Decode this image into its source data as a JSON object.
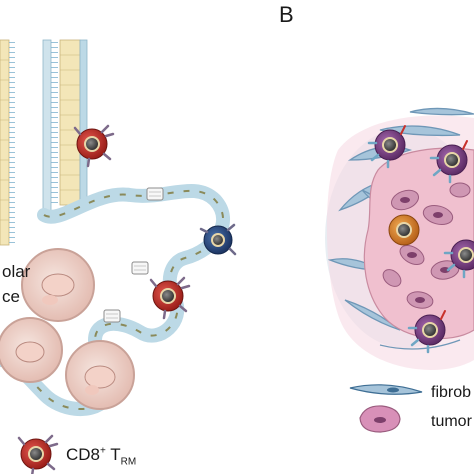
{
  "panel_b": {
    "letter": "B"
  },
  "alveolar_label": {
    "line1": "olar",
    "line2": "ce"
  },
  "legend_b": {
    "fibroblast": "fibrob",
    "tumor": "tumor"
  },
  "legend_a": {
    "cd8_base": "CD8",
    "cd8_sup": "+",
    "t_letter": " T",
    "t_sub": "RM"
  },
  "colors": {
    "epithelium": "#f3e6b8",
    "basement": "#bcd9e6",
    "alveolus": "#eed9d2",
    "trm_cell": "#c8312b",
    "blue_cell": "#2b4f86",
    "purple_cell": "#8a4a8f",
    "orange_cell": "#e28b2e",
    "tumor_mass": "#f0c0cf",
    "fibroblast": "#a6c4da"
  }
}
